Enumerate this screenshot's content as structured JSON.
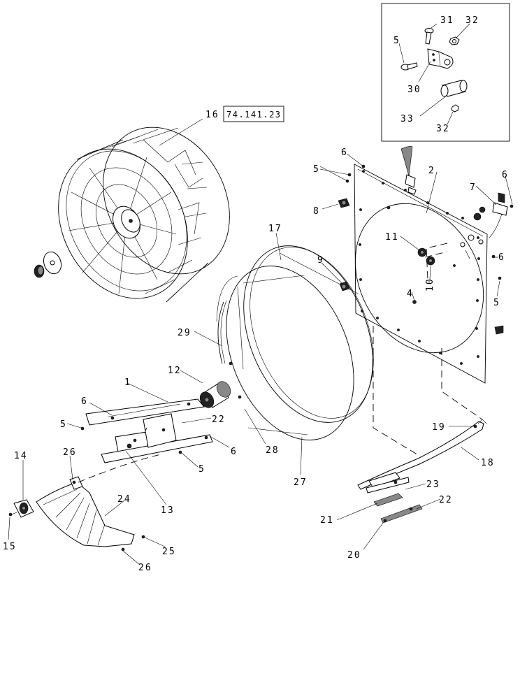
{
  "drawing": {
    "reference_box": "74.141.23",
    "callouts": {
      "c1": "1",
      "c2": "2",
      "c4": "4",
      "c5a": "5",
      "c5b": "5",
      "c5c": "5",
      "c5d": "5",
      "c5e": "5",
      "c6a": "6",
      "c6b": "6",
      "c6c": "6",
      "c6d": "6",
      "c6e": "6",
      "c7": "7",
      "c8": "8",
      "c9": "9",
      "c10": "10",
      "c11": "11",
      "c12": "12",
      "c13": "13",
      "c14": "14",
      "c15": "15",
      "c16": "16",
      "c17": "17",
      "c18": "18",
      "c19": "19",
      "c20": "20",
      "c21": "21",
      "c22a": "22",
      "c22b": "22",
      "c23": "23",
      "c24": "24",
      "c25": "25",
      "c26a": "26",
      "c26b": "26",
      "c27": "27",
      "c28": "28",
      "c29": "29",
      "c30": "30",
      "c31": "31",
      "c32a": "32",
      "c32b": "32",
      "c33": "33"
    }
  }
}
